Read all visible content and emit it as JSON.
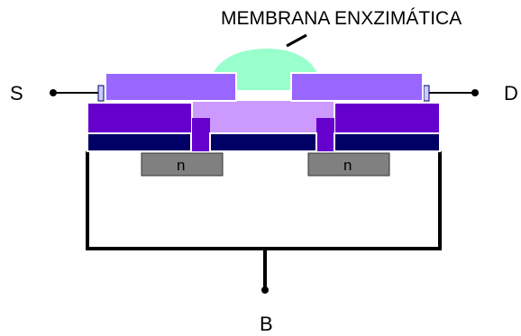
{
  "labels": {
    "membrane": "MEMBRANA ENXZIMÁTICA",
    "source": "S",
    "drain": "D",
    "base": "B",
    "n_left": "n",
    "n_right": "n"
  },
  "colors": {
    "membrane": "#99ffcc",
    "contact_top": "#9966ff",
    "contact_outline": "#7744cc",
    "gate_fill": "#cc99ff",
    "dark_purple": "#6600cc",
    "navy": "#000066",
    "n_region": "#808080",
    "wire": "#000000",
    "thin_light": "#ccccff"
  }
}
